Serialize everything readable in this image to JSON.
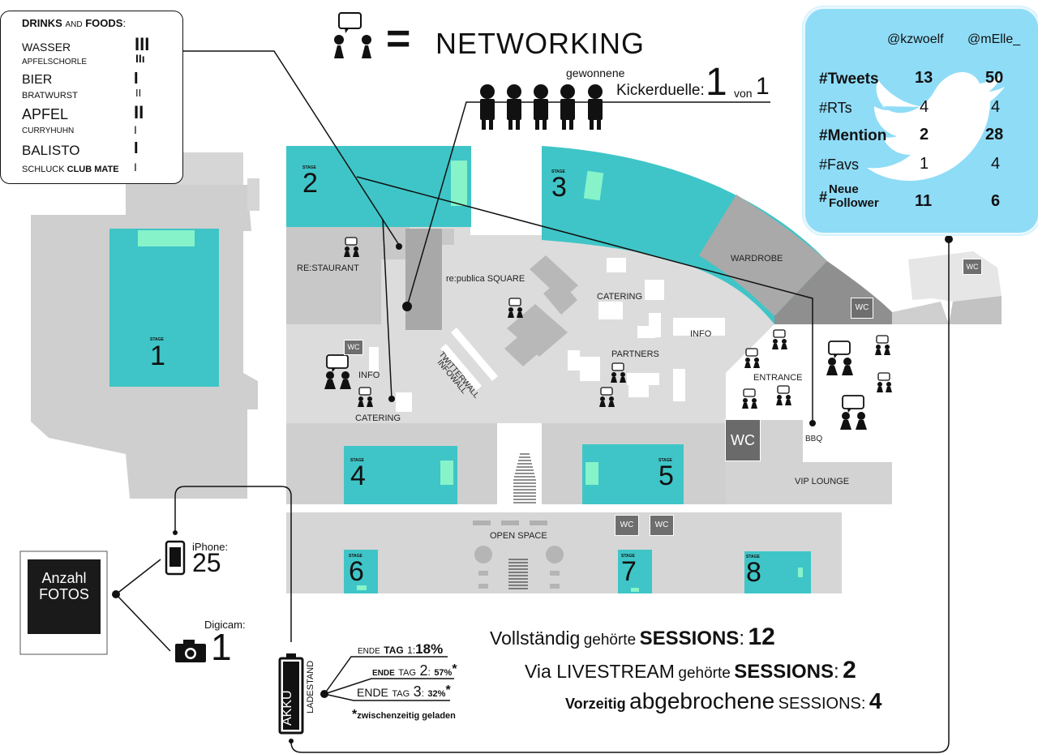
{
  "drinks": {
    "title_bold": "DRINKS",
    "title_and": "AND",
    "title_bold2": "FOODS",
    "title_colon": ":",
    "items": [
      {
        "label": "WASSER",
        "tally": "III"
      },
      {
        "label": "APFELSCHORLE",
        "tally": "IIı"
      },
      {
        "label": "BIER",
        "tally": "I"
      },
      {
        "label": "BRATWURST",
        "tally": "II"
      },
      {
        "label": "APFEL",
        "tally": "II"
      },
      {
        "label": "CURRYHUHN",
        "tally": "I"
      },
      {
        "label": "BALISTO",
        "tally": "I"
      },
      {
        "label_prefix": "SCHLUCK",
        "label_bold": "CLUB MATE",
        "tally": "I"
      }
    ]
  },
  "networking": {
    "equals": "=",
    "label": "NETWORKING"
  },
  "kicker": {
    "line1": "gewonnene",
    "line2": "Kickerduelle:",
    "won": "1",
    "of": "von",
    "total": "1"
  },
  "twitter": {
    "users": [
      "@kzwoelf",
      "@mElle_"
    ],
    "rows": [
      {
        "label": "#Tweets",
        "bold": true,
        "a": "13",
        "b": "50"
      },
      {
        "label": "#RTs",
        "bold": false,
        "a": "4",
        "b": "4"
      },
      {
        "label": "#Mention",
        "bold": true,
        "a": "2",
        "b": "28"
      },
      {
        "label": "#Favs",
        "bold": false,
        "a": "1",
        "b": "4"
      }
    ],
    "follower_hash": "#",
    "follower_line1": "Neue",
    "follower_line2": "Follower",
    "follower_a": "11",
    "follower_b": "6"
  },
  "map": {
    "stage_word": "STAGE",
    "stages": [
      "1",
      "2",
      "3",
      "4",
      "5",
      "6",
      "7",
      "8"
    ],
    "labels": {
      "restaurant": "RE:STAURANT",
      "square": "re:publica SQUARE",
      "catering1": "CATERING",
      "catering2": "CATERING",
      "info1": "INFO",
      "info2": "INFO",
      "partners": "PARTNERS",
      "twitterwall": "TWITTERWALL",
      "infowall": "INFOWALL",
      "wardrobe": "WARDROBE",
      "entrance": "ENTRANCE",
      "bbq": "BBQ",
      "vip": "VIP LOUNGE",
      "open_space": "OPEN SPACE"
    },
    "wc": "WC"
  },
  "photos": {
    "box_line1": "Anzahl",
    "box_line2": "FOTOS",
    "iphone_label": "iPhone:",
    "iphone_count": "25",
    "digicam_label": "Digicam:",
    "digicam_count": "1"
  },
  "battery": {
    "akku": "AKKU",
    "ladestand": "LADESTAND",
    "day1_pre": "ENDE",
    "day1_tag": "TAG",
    "day1_num": "1:",
    "day1_val": "18%",
    "day2_pre": "ENDE",
    "day2_tag": "TAG",
    "day2_num": "2",
    "day2_colon": ":",
    "day2_val": "57%",
    "day2_star": "*",
    "day3_pre": "ENDE",
    "day3_tag": "TAG",
    "day3_num": "3",
    "day3_colon": ":",
    "day3_val": "32%",
    "day3_star": "*",
    "note_star": "*",
    "note": "zwischenzeitig geladen"
  },
  "sessions": {
    "s1_a": "Vollständig",
    "s1_b": "gehörte",
    "s1_c": "SESSIONS",
    "s1_colon": ":",
    "s1_val": "12",
    "s2_a": "Via LIVESTREAM",
    "s2_b": "gehörte",
    "s2_c": "SESSIONS",
    "s2_colon": ":",
    "s2_val": "2",
    "s3_a": "Vorzeitig",
    "s3_b": "abgebrochene",
    "s3_c": "SESSIONS",
    "s3_colon": ":",
    "s3_val": "4"
  },
  "colors": {
    "teal": "#3fc5c7",
    "mint": "#86f3c9",
    "gray_light": "#dcdcdc",
    "gray_mid": "#c4c4c4",
    "gray_dark": "#9c9c9c",
    "twitter_bg": "#8fdcf7"
  }
}
